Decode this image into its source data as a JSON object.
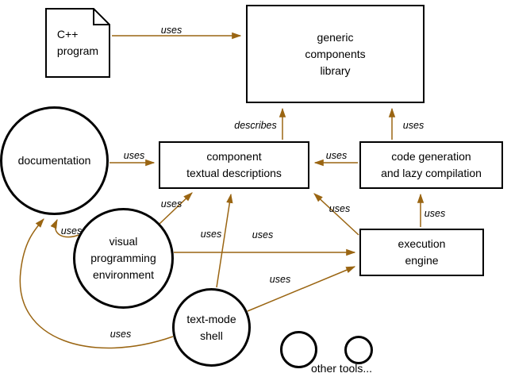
{
  "colors": {
    "arrow": "#9a6512",
    "node_border": "#000000",
    "text": "#000000",
    "background": "#ffffff"
  },
  "nodes": {
    "cpp_program": {
      "shape": "document",
      "label": "C++\nprogram"
    },
    "generic_components_library": {
      "shape": "rect",
      "label": "generic\ncomponents\nlibrary"
    },
    "documentation": {
      "shape": "circle",
      "label": "documentation"
    },
    "component_textual_descriptions": {
      "shape": "rect",
      "label": "component\ntextual descriptions"
    },
    "code_generation": {
      "shape": "rect",
      "label": "code generation\nand lazy compilation"
    },
    "visual_programming_environment": {
      "shape": "circle",
      "label": "visual\nprogramming\nenvironment"
    },
    "execution_engine": {
      "shape": "rect",
      "label": "execution\nengine"
    },
    "text_mode_shell": {
      "shape": "circle",
      "label": "text-mode\nshell"
    },
    "small_circle_left": {
      "shape": "circle",
      "label": ""
    },
    "small_circle_right": {
      "shape": "circle",
      "label": ""
    },
    "other_tools_caption": {
      "label": "other tools..."
    }
  },
  "edges": [
    {
      "from": "cpp_program",
      "to": "generic_components_library",
      "label": "uses"
    },
    {
      "from": "component_textual_descriptions",
      "to": "generic_components_library",
      "label": "describes"
    },
    {
      "from": "code_generation",
      "to": "generic_components_library",
      "label": "uses"
    },
    {
      "from": "documentation",
      "to": "component_textual_descriptions",
      "label": "uses"
    },
    {
      "from": "code_generation",
      "to": "component_textual_descriptions",
      "label": "uses"
    },
    {
      "from": "visual_programming_environment",
      "to": "component_textual_descriptions",
      "label": "uses"
    },
    {
      "from": "execution_engine",
      "to": "component_textual_descriptions",
      "label": "uses"
    },
    {
      "from": "execution_engine",
      "to": "code_generation",
      "label": "uses"
    },
    {
      "from": "visual_programming_environment",
      "to": "documentation",
      "label": "uses"
    },
    {
      "from": "text_mode_shell",
      "to": "component_textual_descriptions",
      "label": "uses"
    },
    {
      "from": "visual_programming_environment",
      "to": "execution_engine",
      "label": "uses"
    },
    {
      "from": "text_mode_shell",
      "to": "execution_engine",
      "label": "uses"
    },
    {
      "from": "text_mode_shell",
      "to": "documentation",
      "label": "uses"
    }
  ]
}
